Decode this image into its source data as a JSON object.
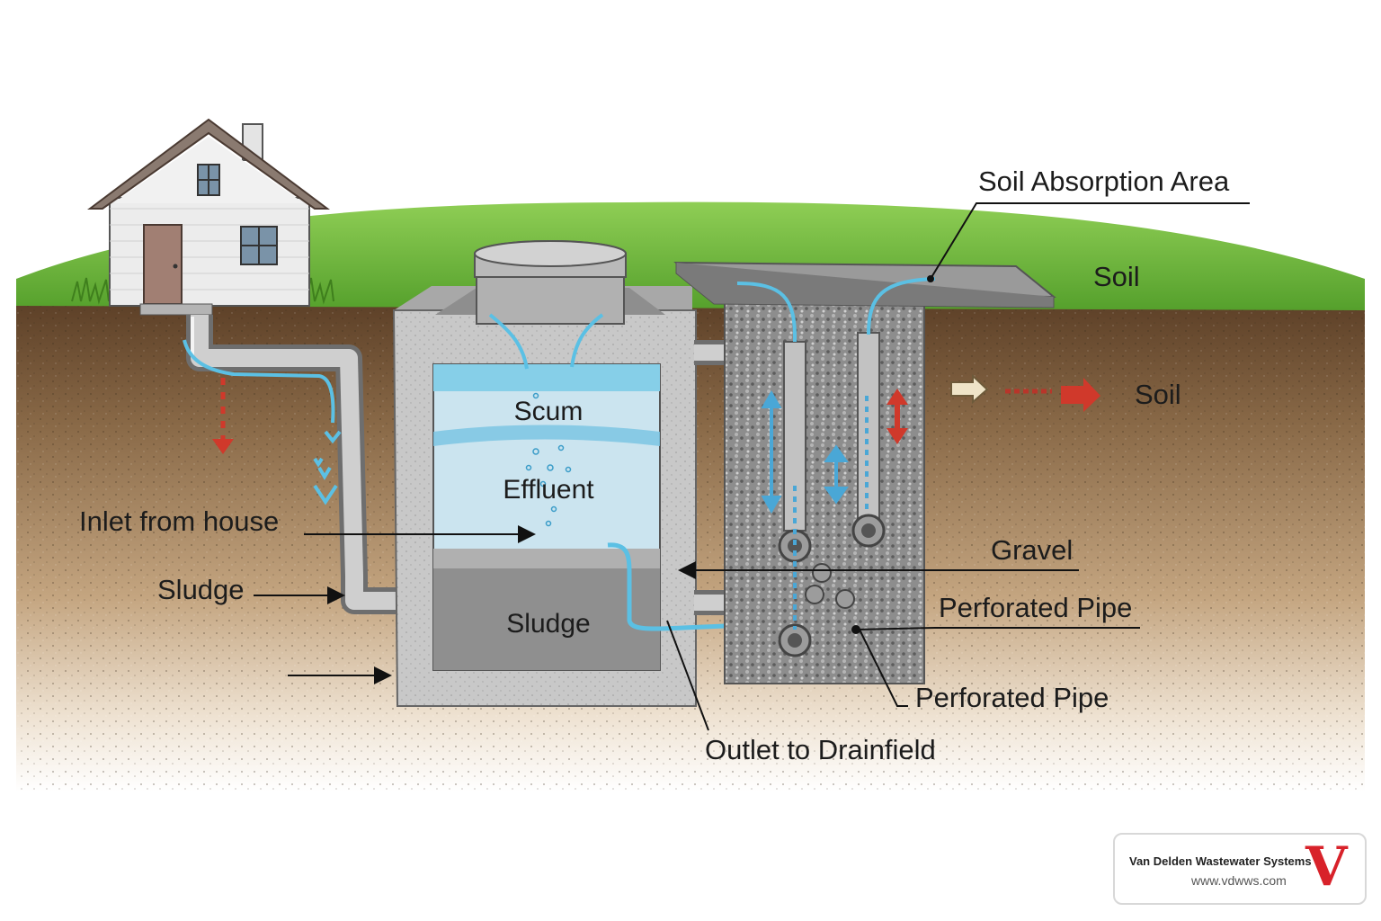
{
  "labels": {
    "soil_absorption_area": "Soil Absorption Area",
    "soil_top": "Soil",
    "soil_right": "Soil",
    "inlet_from_house": "Inlet from house",
    "sludge_left": "Sludge",
    "gravel": "Gravel",
    "perforated_pipe_1": "Perforated Pipe",
    "perforated_pipe_2": "Perforated Pipe",
    "outlet_to_drainfield": "Outlet to Drainfield"
  },
  "tank_layers": {
    "scum": "Scum",
    "effluent": "Effluent",
    "sludge": "Sludge"
  },
  "branding": {
    "company": "Van Delden Wastewater Systems",
    "url": "www.vdwws.com",
    "logo_letter": "V"
  },
  "colors": {
    "water": "#5bc0e4",
    "flow_arrow_red": "#d0392b",
    "grass": "#6cb83a",
    "soil": "#8a6a48",
    "concrete": "#c9c9c9",
    "brand_red": "#d8222a"
  }
}
